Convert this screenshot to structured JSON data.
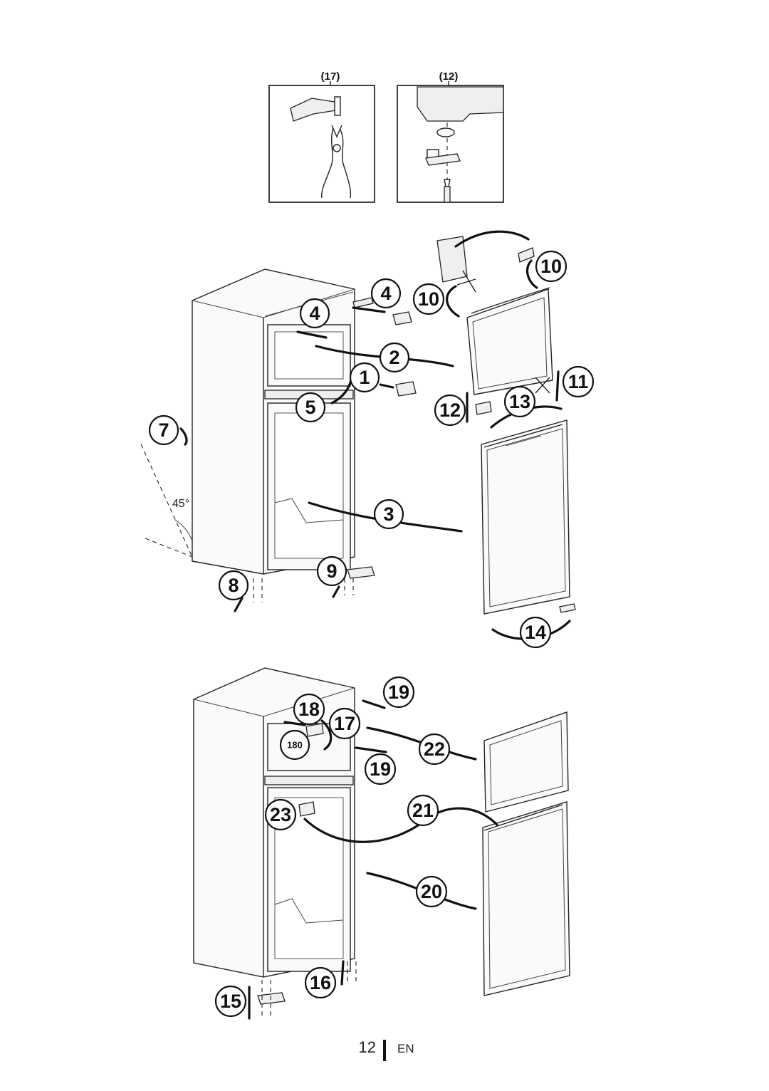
{
  "insets": [
    {
      "caption": "(17)",
      "tool": "pliers-icon"
    },
    {
      "caption": "(12)",
      "tool": "screwdriver-icon"
    }
  ],
  "steps": {
    "s1": "1",
    "s2": "2",
    "s3": "3",
    "s4a": "4",
    "s4b": "4",
    "s5": "5",
    "s7": "7",
    "s8": "8",
    "s9": "9",
    "s10a": "10",
    "s10b": "10",
    "s11": "11",
    "s12": "12",
    "s13": "13",
    "s14": "14",
    "s15": "15",
    "s16": "16",
    "s17": "17",
    "s18": "18",
    "s19a": "19",
    "s19b": "19",
    "s20": "20",
    "s21": "21",
    "s22": "22",
    "s23": "23"
  },
  "angle_label": "45°",
  "rotation_label": "180",
  "footer": {
    "page_number": "12",
    "language": "EN"
  }
}
